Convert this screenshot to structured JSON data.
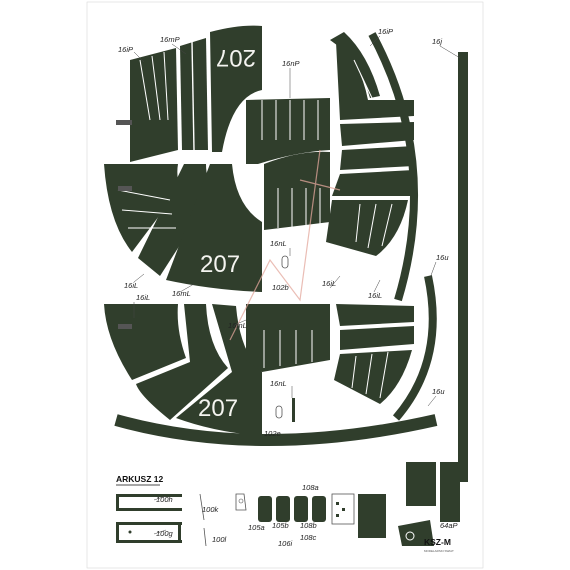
{
  "colors": {
    "paper": "#ffffff",
    "part_fill": "#303e2c",
    "line": "#2a2a2a",
    "label": "#222222",
    "watermark": "#e3a79c"
  },
  "sheet": {
    "title": "ARKUSZ 12",
    "number_upper": "207",
    "number_lower": "207",
    "brand": "KSZ-M",
    "brand_subline": "MODELARSKI SWIAT"
  },
  "labels": {
    "l_16iP_left": "16iP",
    "l_16mP": "16mP",
    "l_16nP": "16nP",
    "l_16iP_right": "16iP",
    "l_16j": "16j",
    "l_16iL_top": "16iL",
    "l_16mL_top": "16mL",
    "l_16nL_top": "16nL",
    "l_102b": "102b",
    "l_16iL_mid": "16iL",
    "l_16iL_right": "16iL",
    "l_16u_top": "16u",
    "l_16iL_left": "16iL",
    "l_16mL_mid": "16mL",
    "l_16nL_bot": "16nL",
    "l_16u_bot": "16u",
    "l_102e": "102e",
    "l_100h": "100h",
    "l_100g": "100g",
    "l_100k": "100k",
    "l_100l": "100l",
    "l_105a": "105a",
    "l_105b": "105b",
    "l_106i": "106i",
    "l_108a": "108a",
    "l_108b": "108b",
    "l_108c": "108c",
    "l_64aP": "64aP"
  }
}
